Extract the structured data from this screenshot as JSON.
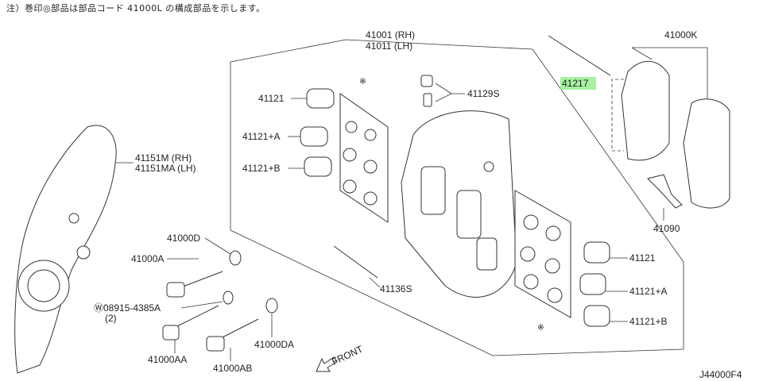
{
  "note": "注）巻印◎部品は部品コード 41000L の構成部品を示します。",
  "labels": {
    "p41001": "41001 (RH)",
    "p41011": "41011 (LH)",
    "p41000k": "41000K",
    "p41217": "41217",
    "p41129s": "41129S",
    "p41121_l": "41121",
    "p41121a_l": "41121+A",
    "p41121b_l": "41121+B",
    "p41151m": "41151M  (RH)",
    "p41151ma": "41151MA (LH)",
    "p41000d": "41000D",
    "p41000a": "41000A",
    "p08915": "Ⓦ08915-4385A",
    "p2": "(2)",
    "p41000aa": "41000AA",
    "p41000ab": "41000AB",
    "p41000da": "41000DA",
    "p41136s": "41136S",
    "front": "FRONT",
    "p41090": "41090",
    "p41121_r": "41121",
    "p41121a_r": "41121+A",
    "p41121b_r": "41121+B",
    "code": "J44000F4",
    "star": "※"
  }
}
